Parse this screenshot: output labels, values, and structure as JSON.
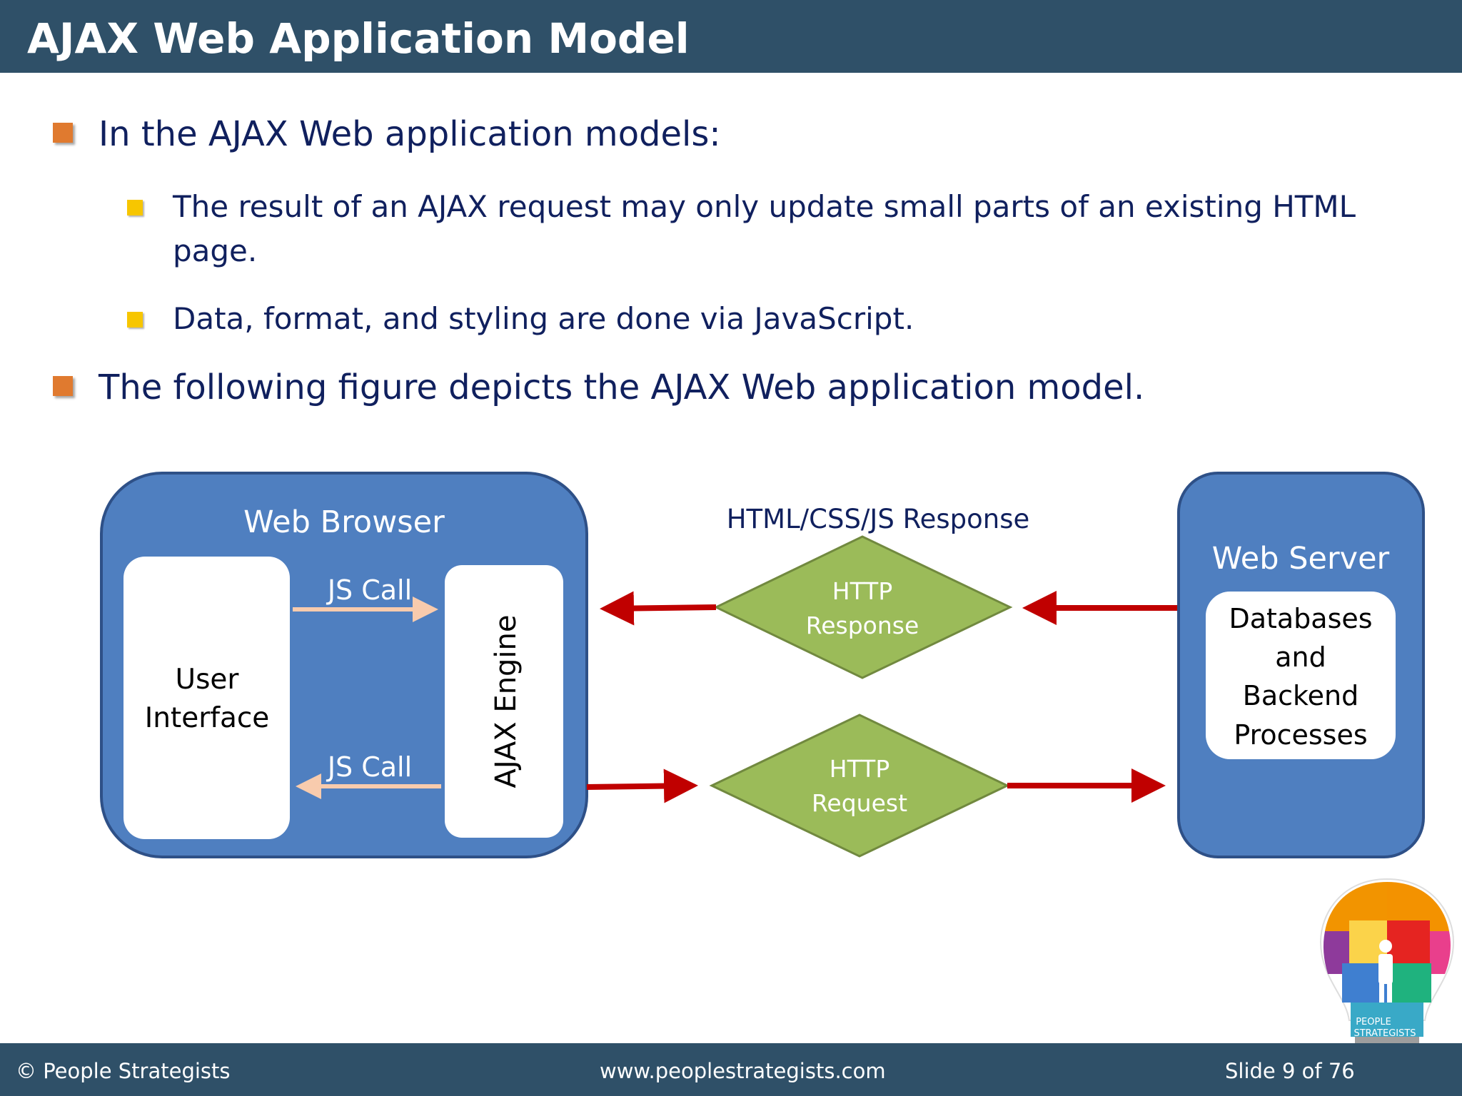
{
  "header": {
    "title": "AJAX Web Application Model"
  },
  "bullets": {
    "level1_a": "In the AJAX Web application models:",
    "level2_a_line1": "The result of an AJAX request may only update small parts of an existing HTML",
    "level2_a_line2": "page.",
    "level2_b": "Data, format, and styling are done via JavaScript.",
    "level1_b": "The following figure depicts the AJAX Web application model."
  },
  "diagram": {
    "browser_title": "Web Browser",
    "ui_line1": "User",
    "ui_line2": "Interface",
    "js_call_top": "JS Call",
    "js_call_bottom": "JS Call",
    "ajax_engine": "AJAX Engine",
    "response_caption": "HTML/CSS/JS Response",
    "http_response_line1": "HTTP",
    "http_response_line2": "Response",
    "http_request_line1": "HTTP",
    "http_request_line2": "Request",
    "server_title": "Web Server",
    "db_line1": "Databases",
    "db_line2": "and",
    "db_line3": "Backend",
    "db_line4": "Processes"
  },
  "logo": {
    "text_line1": "PEOPLE",
    "text_line2": "STRATEGISTS"
  },
  "footer": {
    "copyright": "© People Strategists",
    "website": "www.peoplestrategists.com",
    "slide": "Slide 9 of 76"
  },
  "colors": {
    "header_bg": "#2f5068",
    "text_navy": "#10205e",
    "box_blue": "#4f7fc0",
    "box_border": "#2e5087",
    "diamond_green": "#9bbb59",
    "arrow_red": "#c00000",
    "arrow_peach": "#f8cbad",
    "bullet_orange": "#e07a2f",
    "bullet_yellow": "#f7c600"
  }
}
